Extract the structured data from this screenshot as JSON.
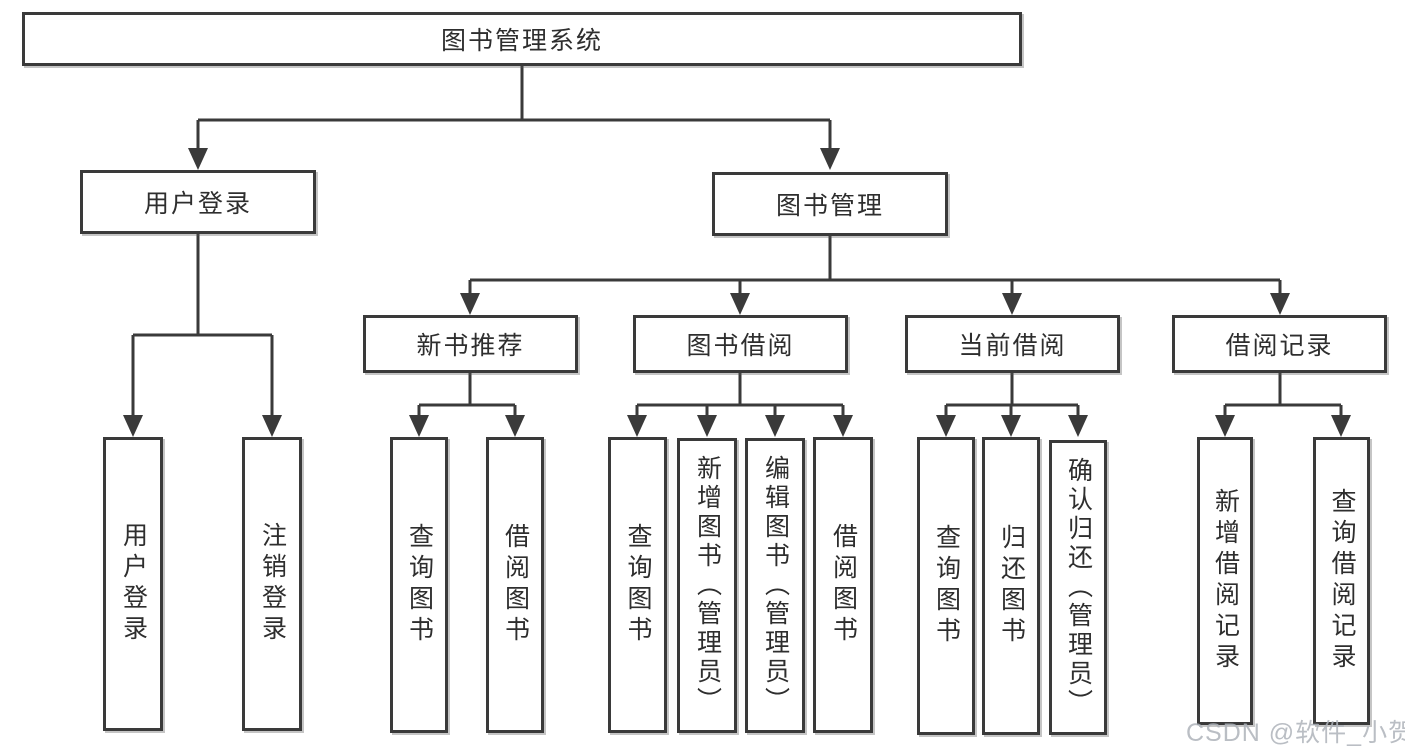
{
  "diagram": {
    "root": "图书管理系统",
    "level2": [
      "用户登录",
      "图书管理"
    ],
    "level3": [
      "新书推荐",
      "图书借阅",
      "当前借阅",
      "借阅记录"
    ],
    "leaves": {
      "login": [
        "用户登录",
        "注销登录"
      ],
      "new_books": [
        "查询图书",
        "借阅图书"
      ],
      "borrowing": [
        "查询图书",
        "新增图书（管理员）",
        "编辑图书（管理员）",
        "借阅图书"
      ],
      "current": [
        "查询图书",
        "归还图书",
        "确认归还（管理员）"
      ],
      "records": [
        "新增借阅记录",
        "查询借阅记录"
      ]
    }
  },
  "watermark": "CSDN @软件_小贺同学",
  "colors": {
    "line": "#3a3a3a",
    "text": "#2e2e2e",
    "watermark": "#aeb3ba",
    "background": "#ffffff"
  }
}
